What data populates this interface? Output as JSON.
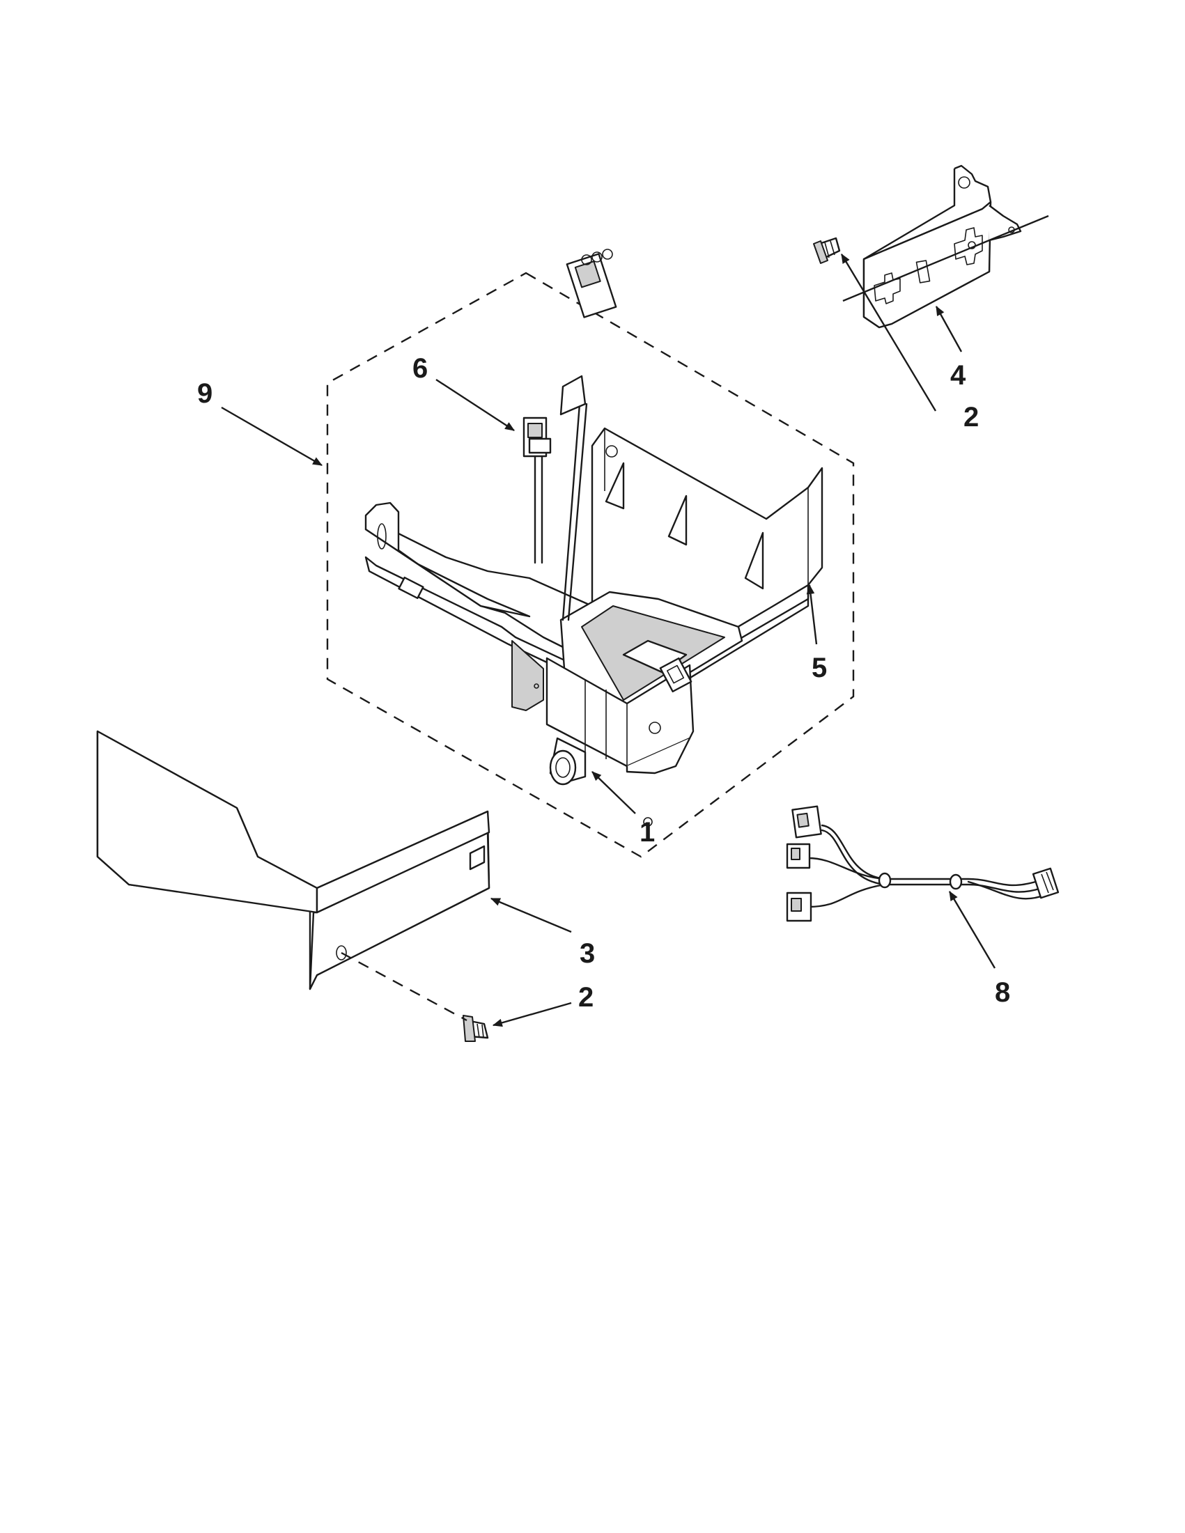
{
  "diagram": {
    "callouts": [
      {
        "id": "9",
        "label": "9"
      },
      {
        "id": "6",
        "label": "6"
      },
      {
        "id": "4",
        "label": "4"
      },
      {
        "id": "2a",
        "label": "2"
      },
      {
        "id": "5",
        "label": "5"
      },
      {
        "id": "1",
        "label": "1"
      },
      {
        "id": "3",
        "label": "3"
      },
      {
        "id": "2b",
        "label": "2"
      },
      {
        "id": "8",
        "label": "8"
      }
    ]
  }
}
